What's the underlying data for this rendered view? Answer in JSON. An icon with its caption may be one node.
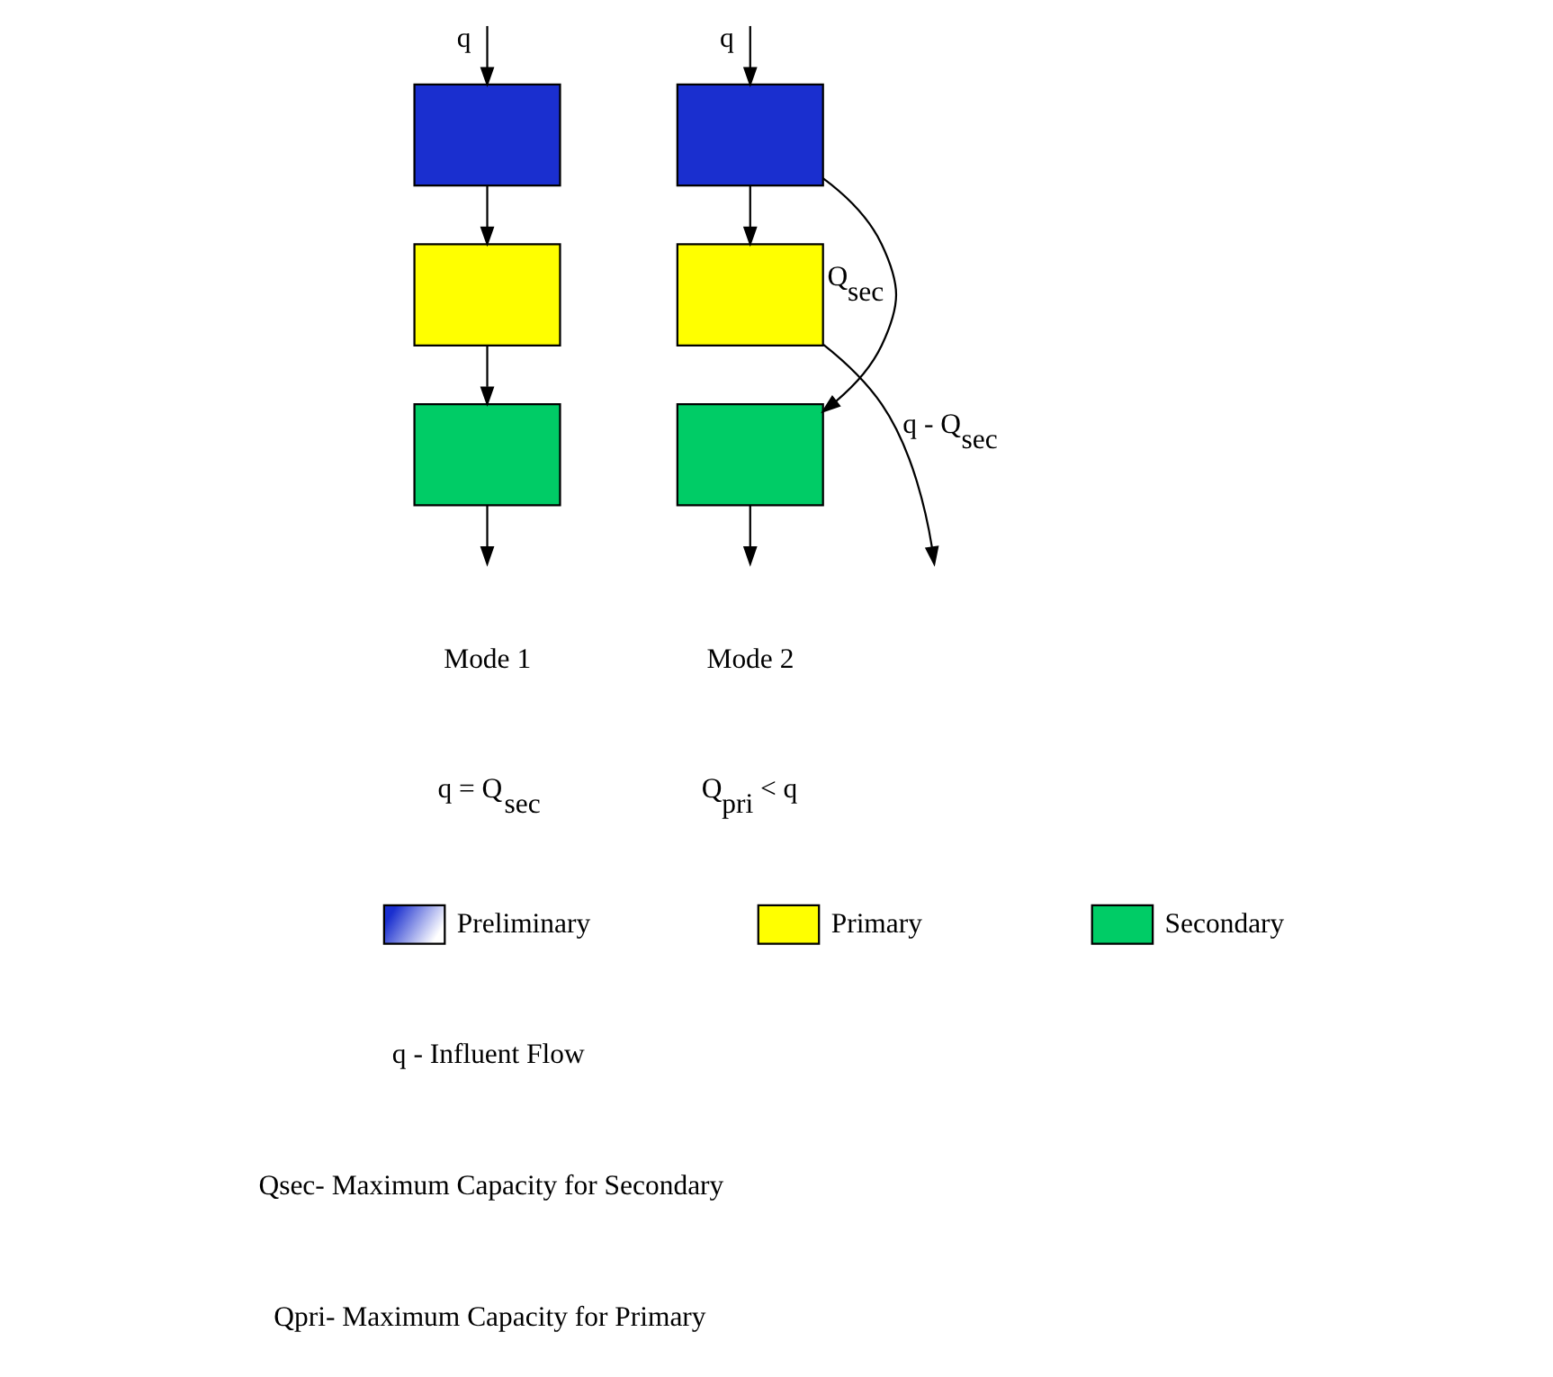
{
  "diagram": {
    "nodes": [
      {
        "text": [],
        "shape": "box"
      },
      {
        "text": [],
        "shape": "box"
      },
      {
        "text": [],
        "shape": "box"
      },
      {
        "text": [],
        "shape": "box"
      },
      {
        "text": [],
        "shape": "box"
      },
      {
        "text": [],
        "shape": "box"
      }
    ],
    "edges": [
      {
        "from": null,
        "to": 0,
        "arrow": "to",
        "label": "q"
      },
      {
        "from": 0,
        "to": 1,
        "arrow": "to"
      },
      {
        "from": 1,
        "to": 2,
        "arrow": "to"
      },
      {
        "from": 2,
        "to": null,
        "arrow": "to"
      },
      {
        "from": null,
        "to": 3,
        "arrow": "to",
        "label": "q"
      },
      {
        "from": 3,
        "to": 4,
        "arrow": "to"
      },
      {
        "from": 3,
        "to": 5,
        "arrow": "to",
        "label": "Q$_{sec}$"
      },
      {
        "from": 5,
        "to": null,
        "arrow": "to"
      },
      {
        "from": 4,
        "to": null,
        "arrow": "to",
        "label": "q - Q$_{sec}$"
      }
    ],
    "labels": [
      "Mode 1",
      "q = Q$_{sec}$",
      "Mode 2",
      "Q$_{pri}$ < q",
      "q - Influent Flow",
      "Qsec- Maximum Capacity for Secondary",
      "Qpri- Maximum Capacity for Primary"
    ],
    "legend": [
      {
        "text": "Preliminary"
      },
      {
        "text": "Primary",
        "color": "#ffff00"
      },
      {
        "text": "Secondary",
        "color": "#00cc66"
      }
    ]
  }
}
